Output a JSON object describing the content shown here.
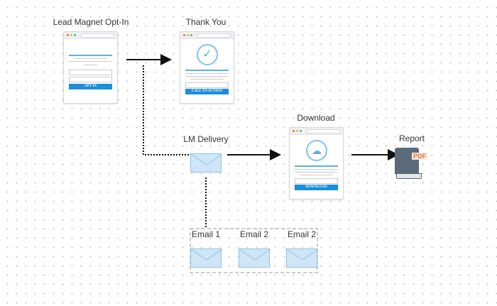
{
  "nodes": {
    "optin": {
      "title": "Lead Magnet Opt-In",
      "button": "OPT IN"
    },
    "thankyou": {
      "title": "Thank You",
      "button": "CALL TO ACTION"
    },
    "lm_delivery": {
      "title": "LM Delivery"
    },
    "download": {
      "title": "Download",
      "button": "DOWNLOAD"
    },
    "report": {
      "title": "Report",
      "badge": "PDF"
    },
    "emails": [
      {
        "title": "Email 1"
      },
      {
        "title": "Email 2"
      },
      {
        "title": "Email 2"
      }
    ]
  },
  "colors": {
    "accent": "#1a8fd8",
    "envelope": "#cfe6f7",
    "book": "#5c6b7a"
  }
}
